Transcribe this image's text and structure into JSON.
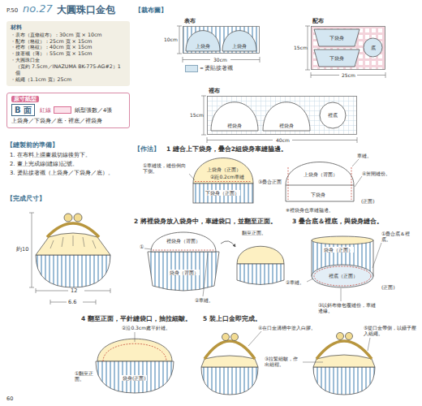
{
  "diagram": {
    "title": "大圓珠口金包",
    "nodes": [
      {
        "text": [
          "材料",
          "・表布（直條紋布）：30cm 寬 × 10cm",
          "・配布（格紋）：25cm 寬 × 15cm",
          "・裡布（格紋）：40cm 寬 × 15cm",
          "・接著襯（薄）：55cm 寬 × 15cm",
          "・大圓珠口金",
          "（寬約 7.5cm／INAZUMA BK-775-AG#2）1 個",
          "・紙繩（1.1cm 寬）25cm"
        ]
      },
      {
        "text": [
          "原寸紙型",
          "B 面",
          "紅線",
          "紙型張數／4張",
          "上袋身／下袋身／底・裡底／裡袋身"
        ]
      },
      {
        "text": [
          "表布"
        ]
      },
      {
        "text": [
          "上袋身"
        ],
        "in": 2
      },
      {
        "text": [
          "上袋身"
        ],
        "in": 2
      },
      {
        "text": [
          "配布"
        ]
      },
      {
        "text": [
          "下袋身"
        ],
        "in": 5
      },
      {
        "text": [
          "下袋身"
        ],
        "in": 5
      },
      {
        "text": [
          "底"
        ],
        "in": 5
      },
      {
        "text": [
          "裡布"
        ]
      },
      {
        "text": [
          "裡袋身"
        ],
        "in": 9
      },
      {
        "text": [
          "裡袋身"
        ],
        "in": 9
      },
      {
        "text": [
          "裡底"
        ],
        "in": 9
      }
    ],
    "labels": [
      "P.50",
      "no.27",
      "【裁布圖】",
      "【縫製前的準備】",
      "1. 在布料上描畫裁切線後剪下。",
      "2. 畫上完成線(縫線)記號。",
      "3. 燙貼接著襯（上袋身／下袋身／底）。",
      "【完成尺寸】",
      "約10",
      "12",
      "6.6",
      "10cm",
      "30cm",
      "15cm",
      "25cm",
      "15cm",
      "40cm",
      "【作法】",
      "1 縫合上下袋身，疊合2組袋身車縫脇邊。",
      "上袋身（正面）",
      "②距0.2cm車縫",
      "①車縫後，縫份倒向下側。",
      "下袋身（正面）",
      "車縫。",
      "上袋身（背面）",
      "下袋身",
      "④燙開縫份。",
      "③疊合正面",
      "※裡袋身也車縫脇邊。",
      "(正面)",
      "2 將裡袋身放入袋身中，車縫袋口，並翻至正面。",
      "裡袋身（背面）",
      "①",
      "袋身（背面）",
      "②車縫。",
      "翻至正面。",
      "3 疊合底＆裡底，與袋身縫合。",
      "袋身（正面）",
      "①疊合底＆裡底。",
      "裡底（正面）",
      "②車縫。",
      "③以斜布條包覆縫份，車縫邊緣。",
      "(正面)",
      "4 翻至正面，平針縫袋口，抽拉細皺。",
      "②沿0.3cm處平針縫。",
      "①翻至正面。",
      "袋身(正面)",
      "5 裝上口金即完成。",
      "④在口金溝槽中塗入白膠。",
      "⑤從口金帶側，以鑷子壓入紙繩。",
      "③拉緊細皺，作出細褶。",
      "60"
    ],
    "legend": [
      {
        "text": "＝燙貼接著襯",
        "color": "#d4e6f1"
      }
    ]
  }
}
